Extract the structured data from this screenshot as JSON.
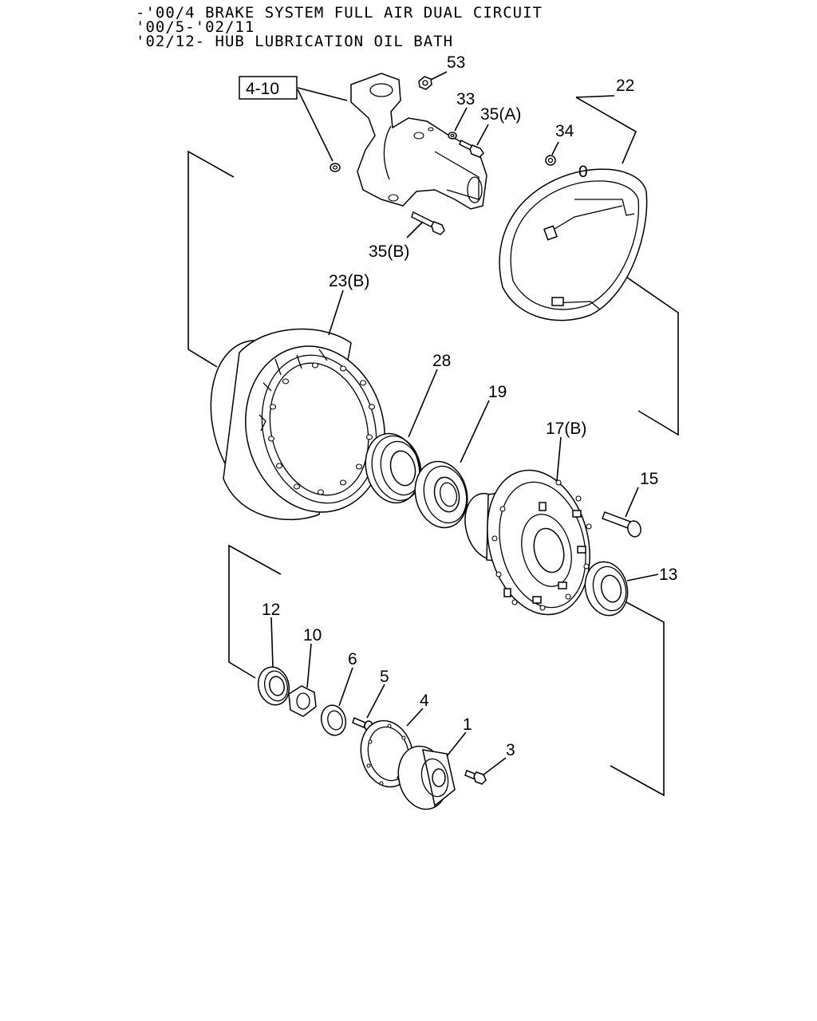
{
  "header": {
    "lines": [
      "-'00/4 BRAKE SYSTEM FULL AIR DUAL CIRCUIT",
      "'00/5-'02/11",
      "'02/12- HUB LUBRICATION OIL BATH"
    ]
  },
  "callouts": {
    "c53": "53",
    "c4_10": "4-10",
    "c33": "33",
    "c35a": "35(A)",
    "c22": "22",
    "c34": "34",
    "c35b": "35(B)",
    "c23b": "23(B)",
    "c28": "28",
    "c19": "19",
    "c17b": "17(B)",
    "c15": "15",
    "c13": "13",
    "c12": "12",
    "c10": "10",
    "c6": "6",
    "c5": "5",
    "c4": "4",
    "c1": "1",
    "c3": "3"
  }
}
